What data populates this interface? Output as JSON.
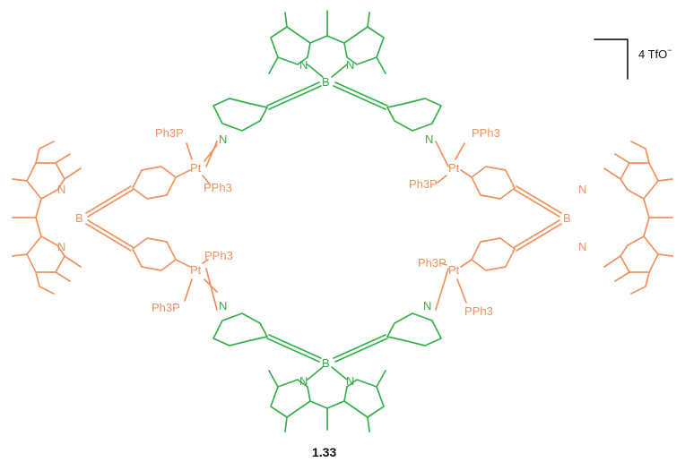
{
  "molecule": {
    "compound_number": "1.33",
    "counter_ion": {
      "text": "4 TfO",
      "superscript": "−"
    },
    "atoms": {
      "boron": "B",
      "nitrogen": "N",
      "platinum": "Pt",
      "phosphine_a": "Ph3P",
      "phosphine_b": "PPh3"
    }
  },
  "colors": {
    "green_bodipy": "#35b04a",
    "orange_bodipy": "#f0915e",
    "bracket": "#222222"
  }
}
